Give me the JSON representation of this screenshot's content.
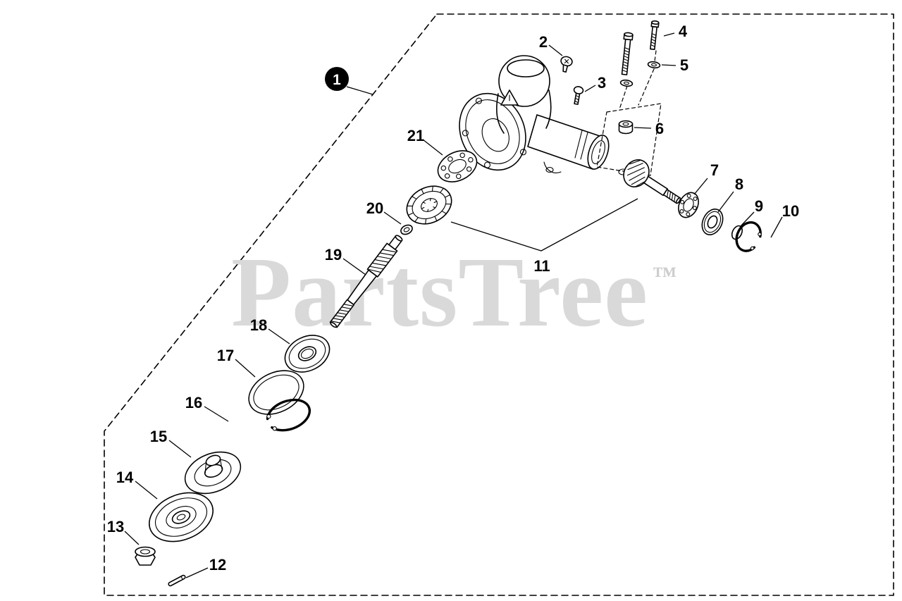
{
  "colors": {
    "background": "#ffffff",
    "line": "#000000",
    "watermark": "#d9d9d9"
  },
  "watermark": {
    "text": "PartsTree",
    "trademark": "™"
  },
  "callouts": {
    "c1": "1",
    "c2": "2",
    "c3": "3",
    "c4": "4",
    "c5": "5",
    "c6": "6",
    "c7": "7",
    "c8": "8",
    "c9": "9",
    "c10": "10",
    "c11": "11",
    "c12": "12",
    "c13": "13",
    "c14": "14",
    "c15": "15",
    "c16": "16",
    "c17": "17",
    "c18": "18",
    "c19": "19",
    "c20": "20",
    "c21": "21"
  }
}
